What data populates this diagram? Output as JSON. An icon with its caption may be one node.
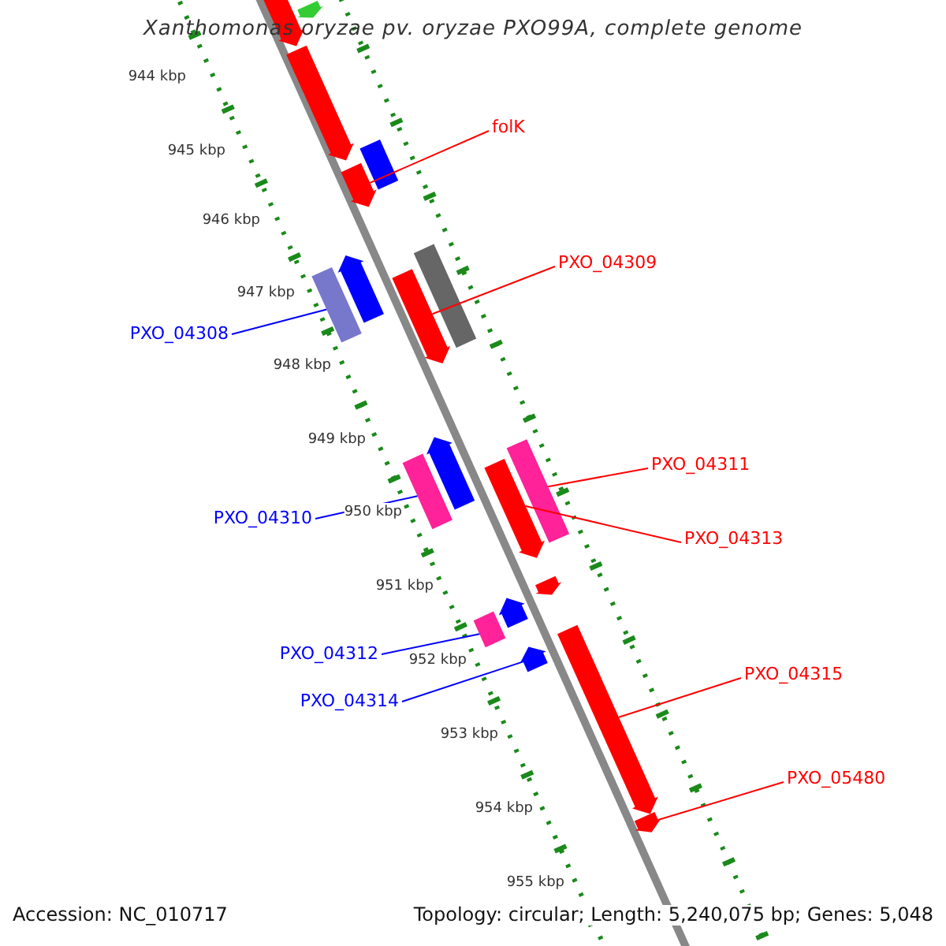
{
  "diagram": {
    "title": "Xanthomonas oryzae pv. oryzae PXO99A, complete genome",
    "nodes": [
      {
        "text": [],
        "shape": "arrow"
      },
      {
        "text": [],
        "shape": "arrow"
      },
      {
        "text": [],
        "shape": "arrow"
      },
      {
        "text": [
          "folK"
        ]
      },
      {
        "text": [],
        "shape": "box"
      },
      {
        "text": [],
        "shape": "arrow"
      },
      {
        "text": [],
        "shape": "arrow"
      },
      {
        "text": [],
        "shape": "box"
      },
      {
        "text": [
          "PXO_04309"
        ]
      },
      {
        "text": [],
        "shape": "box"
      },
      {
        "text": [],
        "shape": "arrow"
      },
      {
        "text": [
          "PXO_04308"
        ]
      },
      {
        "text": [],
        "shape": "arrow"
      },
      {
        "text": [],
        "shape": "box"
      },
      {
        "text": [
          "PXO_04311"
        ]
      },
      {
        "text": [],
        "shape": "box"
      },
      {
        "text": [],
        "shape": "arrow"
      },
      {
        "text": [
          "PXO_04310"
        ]
      },
      {
        "text": [
          "PXO_04313"
        ]
      },
      {
        "text": [],
        "shape": "arrow"
      },
      {
        "text": [],
        "shape": "arrow"
      },
      {
        "text": [],
        "shape": "box"
      },
      {
        "text": [],
        "shape": "arrow"
      },
      {
        "text": [],
        "shape": "arrow"
      },
      {
        "text": [
          "PXO_04312"
        ]
      },
      {
        "text": [
          "PXO_04315"
        ]
      },
      {
        "text": [
          "PXO_04314"
        ]
      },
      {
        "text": [
          "PXO_05480"
        ]
      },
      {
        "text": [],
        "shape": "arrow"
      }
    ],
    "edges": [
      {
        "from": 3,
        "to": 5,
        "arrow": "none"
      },
      {
        "from": 8,
        "to": 10,
        "arrow": "none"
      },
      {
        "from": 11,
        "to": 7,
        "arrow": "none",
        "color": "#0000ff"
      },
      {
        "from": 14,
        "to": 15,
        "arrow": "none"
      },
      {
        "from": 17,
        "to": 13,
        "arrow": "none",
        "color": "#0000ff"
      },
      {
        "from": 18,
        "to": 16,
        "arrow": "none"
      },
      {
        "from": 24,
        "to": 21,
        "arrow": "none",
        "color": "#0000ff"
      },
      {
        "from": 26,
        "to": 22,
        "arrow": "none",
        "color": "#0000ff"
      },
      {
        "from": 25,
        "to": 23,
        "arrow": "none"
      },
      {
        "from": 27,
        "to": 28,
        "arrow": "none"
      }
    ],
    "labels": [
      "944 kbp",
      "945 kbp",
      "946 kbp",
      "947 kbp",
      "948 kbp",
      "949 kbp",
      "950 kbp",
      "951 kbp",
      "952 kbp",
      "953 kbp",
      "954 kbp",
      "955 kbp",
      "Accession: NC_010717",
      "Topology: circular; Length: 5,240,075 bp; Genes: 5,048"
    ]
  }
}
